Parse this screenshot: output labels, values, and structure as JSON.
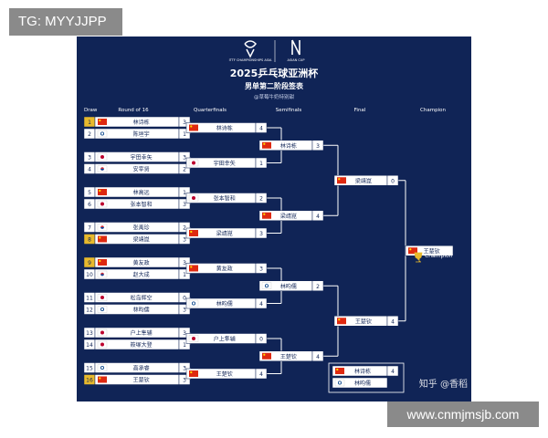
{
  "watermarks": {
    "top_tag": "TG: MYYJJPP",
    "bottom_tag": "www.cnmjmsjb.com",
    "zhihu": "知乎 @香稻"
  },
  "header": {
    "logo_left_caption": "ITTF CHAMPIONSHIPS ASIA",
    "logo_right_caption": "ASIAN CUP",
    "title": "2025乒乓球亚洲杯",
    "subtitle": "男单第二阶段签表",
    "sponsor": "@草莓牛奶特别甜"
  },
  "round_headers": {
    "draw": "Draw",
    "r16": "Round of 16",
    "qf": "Quarterfinals",
    "sf": "Semifinals",
    "final": "Final",
    "champion": "Champion"
  },
  "colors": {
    "background": "#102456",
    "line": "#ffffff",
    "seed": "#e8b92c",
    "cell": "#ffffff"
  },
  "r16": [
    {
      "seed": "1",
      "flag": "CHN",
      "name": "林诗栋",
      "score": "3"
    },
    {
      "seed": "2",
      "flag": "TPE",
      "name": "陈垣宇",
      "score": "1"
    },
    {
      "seed": "3",
      "flag": "JPN",
      "name": "宇田幸矢",
      "score": "3"
    },
    {
      "seed": "4",
      "flag": "KOR",
      "name": "安宰贤",
      "score": "2"
    },
    {
      "seed": "5",
      "flag": "CHN",
      "name": "林高远",
      "score": "1"
    },
    {
      "seed": "6",
      "flag": "JPN",
      "name": "张本智和",
      "score": "3"
    },
    {
      "seed": "7",
      "flag": "KOR",
      "name": "张禹珍",
      "score": "2"
    },
    {
      "seed": "8",
      "flag": "CHN",
      "name": "梁靖崑",
      "score": "3"
    },
    {
      "seed": "9",
      "flag": "CHN",
      "name": "黄友政",
      "score": "3"
    },
    {
      "seed": "10",
      "flag": "KOR",
      "name": "赵大成",
      "score": "1"
    },
    {
      "seed": "11",
      "flag": "JPN",
      "name": "松岛辉空",
      "score": "0"
    },
    {
      "seed": "12",
      "flag": "TPE",
      "name": "林昀儒",
      "score": "3"
    },
    {
      "seed": "13",
      "flag": "JPN",
      "name": "户上隼辅",
      "score": "3"
    },
    {
      "seed": "14",
      "flag": "JPN",
      "name": "筱塚大登",
      "score": "1"
    },
    {
      "seed": "15",
      "flag": "TPE",
      "name": "高承睿",
      "score": "3"
    },
    {
      "seed": "16",
      "flag": "CHN",
      "name": "王楚钦",
      "score": "3"
    }
  ],
  "qf": [
    {
      "flag": "CHN",
      "name": "林诗栋",
      "score": "4"
    },
    {
      "flag": "JPN",
      "name": "宇田幸矢",
      "score": "1"
    },
    {
      "flag": "JPN",
      "name": "张本智和",
      "score": "2"
    },
    {
      "flag": "CHN",
      "name": "梁靖崑",
      "score": "3"
    },
    {
      "flag": "CHN",
      "name": "黄友政",
      "score": "3"
    },
    {
      "flag": "TPE",
      "name": "林昀儒",
      "score": "4"
    },
    {
      "flag": "JPN",
      "name": "户上隼辅",
      "score": "0"
    },
    {
      "flag": "CHN",
      "name": "王楚钦",
      "score": "4"
    }
  ],
  "sf": [
    {
      "flag": "CHN",
      "name": "林诗栋",
      "score": "3"
    },
    {
      "flag": "CHN",
      "name": "梁靖崑",
      "score": "4"
    },
    {
      "flag": "TPE",
      "name": "林昀儒",
      "score": "2"
    },
    {
      "flag": "CHN",
      "name": "王楚钦",
      "score": "4"
    }
  ],
  "final": [
    {
      "flag": "CHN",
      "name": "梁靖崑",
      "score": "0"
    },
    {
      "flag": "CHN",
      "name": "王楚钦",
      "score": "4"
    }
  ],
  "champion": {
    "flag": "CHN",
    "name": "王楚钦",
    "label": "Champion"
  },
  "third_place": [
    {
      "flag": "CHN",
      "name": "林诗栋",
      "score": "4"
    },
    {
      "flag": "TPE",
      "name": "林昀儒",
      "score": ""
    }
  ]
}
